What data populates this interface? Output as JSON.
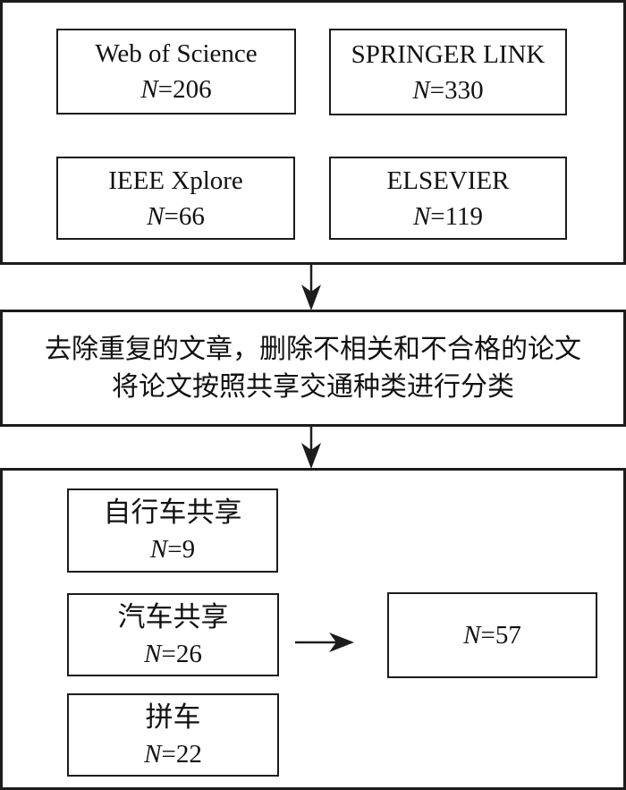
{
  "page": {
    "background": "#ffffff",
    "line_color": "#1c1c1c"
  },
  "sources_section": {
    "boxes": [
      {
        "name": "Web of Science",
        "n": "N",
        "count": "=206"
      },
      {
        "name": "SPRINGER LINK",
        "n": "N",
        "count": "=330"
      },
      {
        "name": "IEEE Xplore",
        "n": "N",
        "count": "=66"
      },
      {
        "name": "ELSEVIER",
        "n": "N",
        "count": "=119"
      }
    ]
  },
  "filter_section": {
    "line1": "去除重复的文章，删除不相关和不合格的论文",
    "line2": "将论文按照共享交通种类进行分类"
  },
  "categories_section": {
    "boxes": [
      {
        "name": "自行车共享",
        "n": "N",
        "count": "=9"
      },
      {
        "name": "汽车共享",
        "n": "N",
        "count": "=26"
      },
      {
        "name": "拼车",
        "n": "N",
        "count": "=22"
      }
    ],
    "result": {
      "n": "N",
      "count": "=57"
    }
  }
}
